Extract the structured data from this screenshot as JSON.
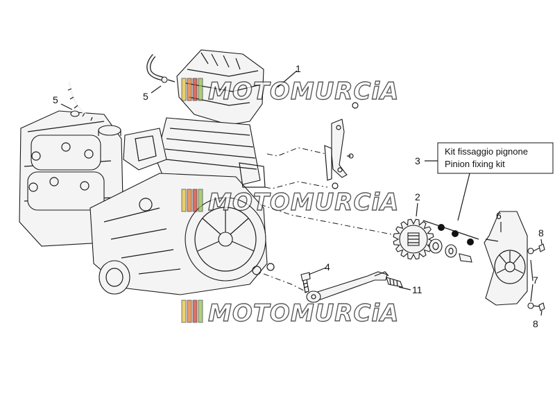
{
  "kit_box": {
    "line1": "Kit fissaggio pignone",
    "line2": "Pinion fixing kit"
  },
  "watermark": {
    "text": "MOTOMURCiA",
    "colors": [
      "#e8c238",
      "#e07a2c",
      "#d23a2c",
      "#8fc04a"
    ]
  },
  "callouts": {
    "c1": "1",
    "c2": "2",
    "c3": "3",
    "c4": "4",
    "c5a": "5",
    "c5b": "5",
    "c6": "6",
    "c7": "7",
    "c8a": "8",
    "c8b": "8",
    "c11": "11"
  }
}
